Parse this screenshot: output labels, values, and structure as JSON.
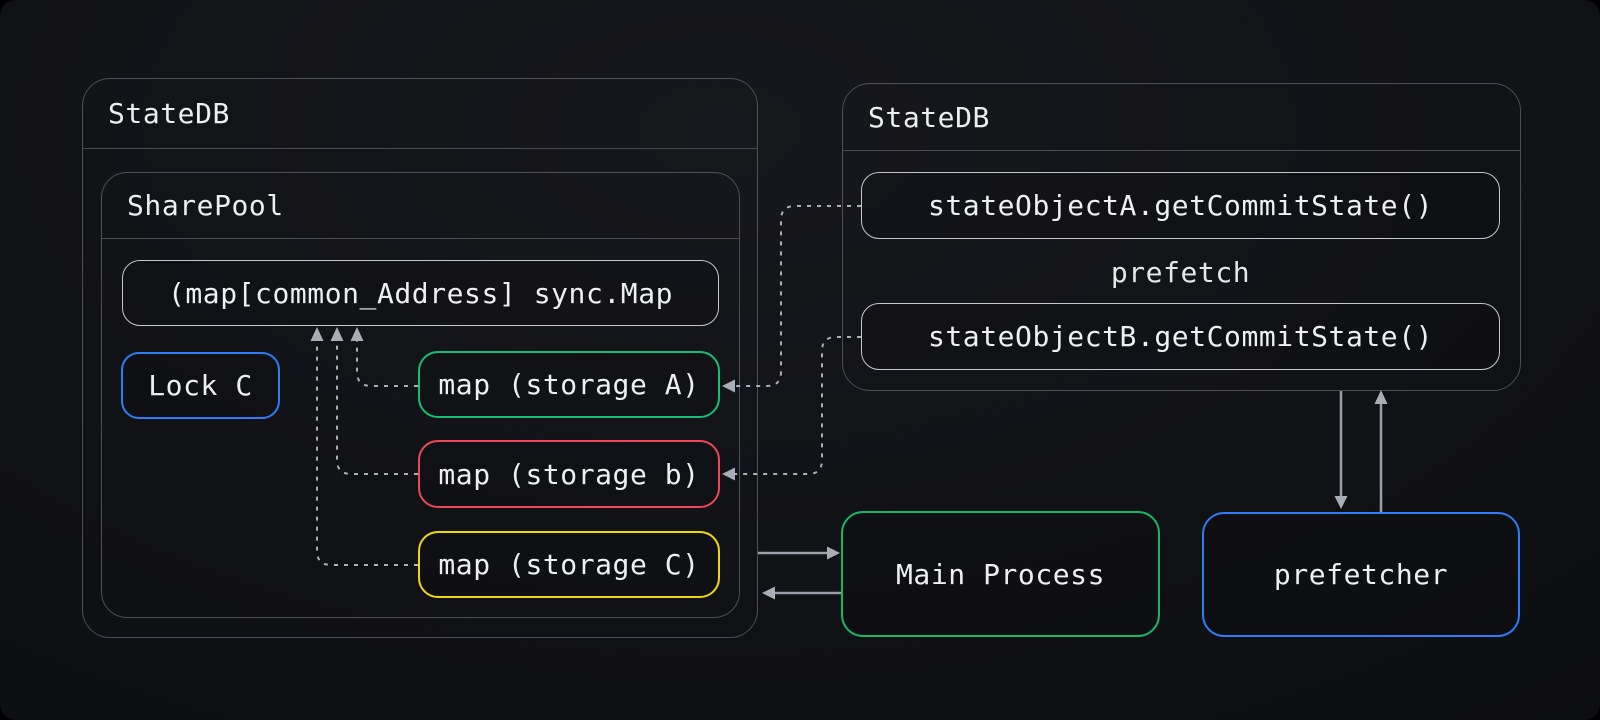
{
  "left_statedb": {
    "title": "StateDB"
  },
  "sharepool": {
    "title": "SharePool",
    "sync_map_label": "(map[common_Address] sync.Map",
    "lock_label": "Lock C",
    "storage_a_label": "map (storage A)",
    "storage_b_label": "map (storage b)",
    "storage_c_label": "map (storage C)"
  },
  "right_statedb": {
    "title": "StateDB",
    "state_object_a_label": "stateObjectA.getCommitState()",
    "prefetch_label": "prefetch",
    "state_object_b_label": "stateObjectB.getCommitState()"
  },
  "main_process": {
    "label": "Main Process"
  },
  "prefetcher": {
    "label": "prefetcher"
  },
  "colors": {
    "green": "#19bd74",
    "green_dark": "#17b864",
    "red": "#f0465a",
    "yellow": "#f2d60d",
    "blue": "#2e7df6",
    "frame_border": "#4a4f58",
    "light_border": "#c3c8ce",
    "arrow_solid": "#9aa0a9",
    "arrow_dashed": "#aab0b8",
    "text": "#edeff2",
    "background": "#101115"
  }
}
